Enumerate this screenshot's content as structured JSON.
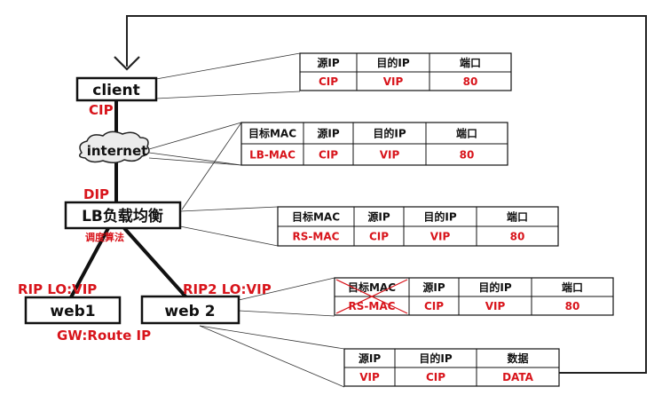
{
  "nodes": {
    "client": "client",
    "internet": "internet",
    "lb": "LB负载均衡",
    "web1": "web1",
    "web2": "web 2"
  },
  "labels": {
    "cip": "CIP",
    "dip": "DIP",
    "algorithm": "调度算法",
    "rip_lo_vip": "RIP LO:VIP",
    "rip2_lo_vip": "RIP2 LO:VIP",
    "gw_route_ip": "GW:Route IP"
  },
  "packets": [
    {
      "headers": [
        "源IP",
        "目的IP",
        "端口"
      ],
      "values": [
        "CIP",
        "VIP",
        "80"
      ]
    },
    {
      "headers": [
        "目标MAC",
        "源IP",
        "目的IP",
        "端口"
      ],
      "values": [
        "LB-MAC",
        "CIP",
        "VIP",
        "80"
      ]
    },
    {
      "headers": [
        "目标MAC",
        "源IP",
        "目的IP",
        "端口"
      ],
      "values": [
        "RS-MAC",
        "CIP",
        "VIP",
        "80"
      ]
    },
    {
      "headers": [
        "目标MAC",
        "源IP",
        "目的IP",
        "端口"
      ],
      "values": [
        "RS-MAC",
        "CIP",
        "VIP",
        "80"
      ],
      "struck_column": 0
    },
    {
      "headers": [
        "源IP",
        "目的IP",
        "数据"
      ],
      "values": [
        "VIP",
        "CIP",
        "DATA"
      ]
    }
  ]
}
